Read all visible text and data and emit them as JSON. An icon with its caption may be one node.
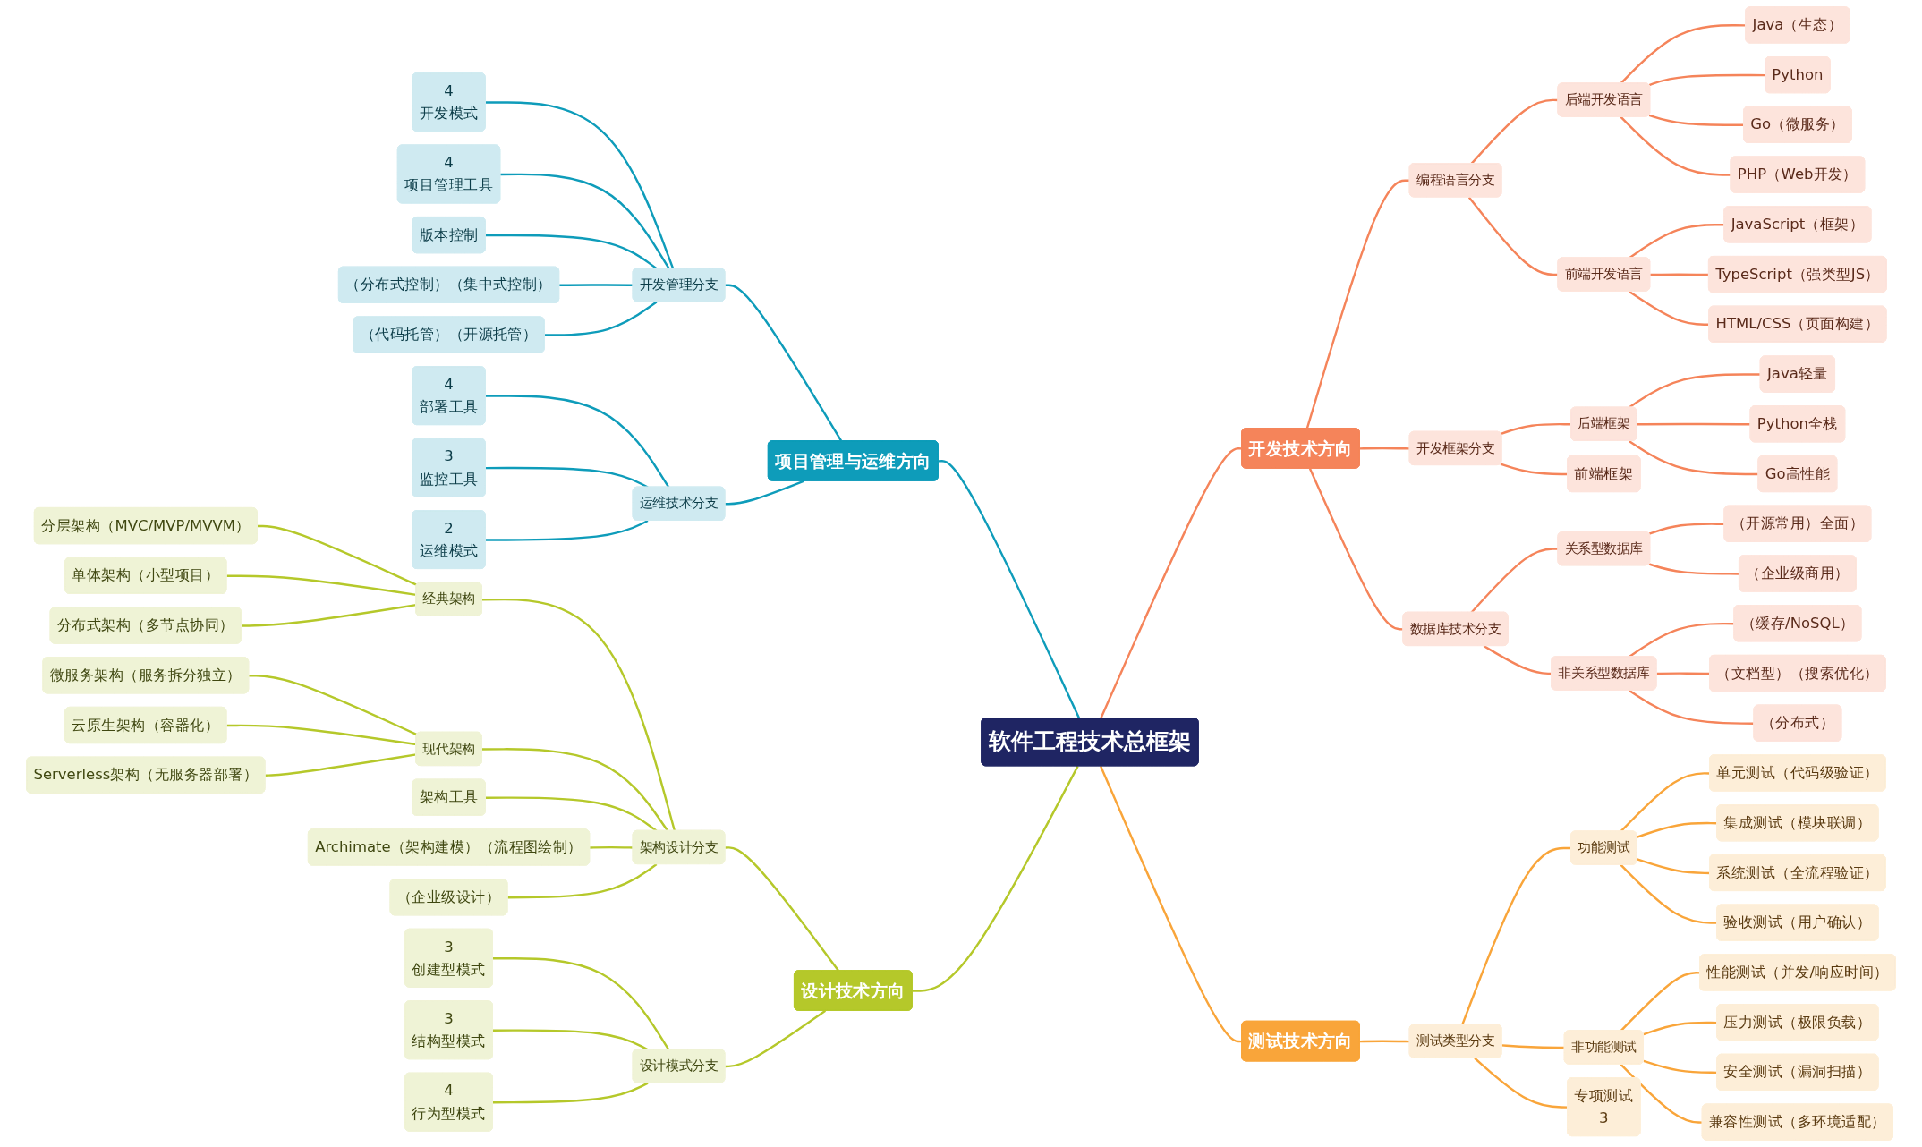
{
  "diagram": {
    "nodes": [
      {
        "text": [
          "软件工程技术总框架"
        ]
      },
      {
        "text": [
          "开发技术方向"
        ]
      },
      {
        "text": [
          "编程语言分支"
        ]
      },
      {
        "text": [
          "后端开发语言"
        ]
      },
      {
        "text": [
          "Java（生态）"
        ]
      },
      {
        "text": [
          "Python"
        ]
      },
      {
        "text": [
          "Go（微服务）"
        ]
      },
      {
        "text": [
          "PHP（Web开发）"
        ]
      },
      {
        "text": [
          "前端开发语言"
        ]
      },
      {
        "text": [
          "JavaScript（框架）"
        ]
      },
      {
        "text": [
          "TypeScript（强类型JS）"
        ]
      },
      {
        "text": [
          "HTML/CSS（页面构建）"
        ]
      },
      {
        "text": [
          "开发框架分支"
        ]
      },
      {
        "text": [
          "后端框架"
        ]
      },
      {
        "text": [
          "Java轻量"
        ]
      },
      {
        "text": [
          "Python全栈"
        ]
      },
      {
        "text": [
          "Go高性能"
        ]
      },
      {
        "text": [
          "前端框架"
        ]
      },
      {
        "text": [
          "数据库技术分支"
        ]
      },
      {
        "text": [
          "关系型数据库"
        ]
      },
      {
        "text": [
          "（开源常用）全面）"
        ]
      },
      {
        "text": [
          "（企业级商用）"
        ]
      },
      {
        "text": [
          "非关系型数据库"
        ]
      },
      {
        "text": [
          "（缓存/NoSQL）"
        ]
      },
      {
        "text": [
          "（文档型）（搜索优化）"
        ]
      },
      {
        "text": [
          "（分布式）"
        ]
      },
      {
        "text": [
          "测试技术方向"
        ]
      },
      {
        "text": [
          "测试类型分支"
        ]
      },
      {
        "text": [
          "功能测试"
        ]
      },
      {
        "text": [
          "单元测试（代码级验证）"
        ]
      },
      {
        "text": [
          "集成测试（模块联调）"
        ]
      },
      {
        "text": [
          "系统测试（全流程验证）"
        ]
      },
      {
        "text": [
          "验收测试（用户确认）"
        ]
      },
      {
        "text": [
          "非功能测试"
        ]
      },
      {
        "text": [
          "性能测试（并发/响应时间）"
        ]
      },
      {
        "text": [
          "压力测试（极限负载）"
        ]
      },
      {
        "text": [
          "安全测试（漏洞扫描）"
        ]
      },
      {
        "text": [
          "兼容性测试（多环境适配）"
        ]
      },
      {
        "text": [
          "专项测试",
          "3"
        ]
      },
      {
        "text": [
          "项目管理与运维方向"
        ]
      },
      {
        "text": [
          "开发管理分支"
        ]
      },
      {
        "text": [
          "4",
          "开发模式"
        ]
      },
      {
        "text": [
          "4",
          "项目管理工具"
        ]
      },
      {
        "text": [
          "版本控制"
        ]
      },
      {
        "text": [
          "（分布式控制）（集中式控制）"
        ]
      },
      {
        "text": [
          "（代码托管）（开源托管）"
        ]
      },
      {
        "text": [
          "运维技术分支"
        ]
      },
      {
        "text": [
          "4",
          "部署工具"
        ]
      },
      {
        "text": [
          "3",
          "监控工具"
        ]
      },
      {
        "text": [
          "2",
          "运维模式"
        ]
      },
      {
        "text": [
          "设计技术方向"
        ]
      },
      {
        "text": [
          "架构设计分支"
        ]
      },
      {
        "text": [
          "经典架构"
        ]
      },
      {
        "text": [
          "分层架构（MVC/MVP/MVVM）"
        ]
      },
      {
        "text": [
          "单体架构（小型项目）"
        ]
      },
      {
        "text": [
          "分布式架构（多节点协同）"
        ]
      },
      {
        "text": [
          "现代架构"
        ]
      },
      {
        "text": [
          "微服务架构（服务拆分独立）"
        ]
      },
      {
        "text": [
          "云原生架构（容器化）"
        ]
      },
      {
        "text": [
          "Serverless架构（无服务器部署）"
        ]
      },
      {
        "text": [
          "架构工具"
        ]
      },
      {
        "text": [
          "Archimate（架构建模）（流程图绘制）"
        ]
      },
      {
        "text": [
          "（企业级设计）"
        ]
      },
      {
        "text": [
          "设计模式分支"
        ]
      },
      {
        "text": [
          "3",
          "创建型模式"
        ]
      },
      {
        "text": [
          "3",
          "结构型模式"
        ]
      },
      {
        "text": [
          "4",
          "行为型模式"
        ]
      }
    ],
    "edges": [
      {
        "from": 0,
        "to": 1,
        "arrow": "none"
      },
      {
        "from": 1,
        "to": 2,
        "arrow": "none"
      },
      {
        "from": 2,
        "to": 3,
        "arrow": "none"
      },
      {
        "from": 3,
        "to": 4,
        "arrow": "none"
      },
      {
        "from": 3,
        "to": 5,
        "arrow": "none"
      },
      {
        "from": 3,
        "to": 6,
        "arrow": "none"
      },
      {
        "from": 3,
        "to": 7,
        "arrow": "none"
      },
      {
        "from": 2,
        "to": 8,
        "arrow": "none"
      },
      {
        "from": 8,
        "to": 9,
        "arrow": "none"
      },
      {
        "from": 8,
        "to": 10,
        "arrow": "none"
      },
      {
        "from": 8,
        "to": 11,
        "arrow": "none"
      },
      {
        "from": 1,
        "to": 12,
        "arrow": "none"
      },
      {
        "from": 12,
        "to": 13,
        "arrow": "none"
      },
      {
        "from": 13,
        "to": 14,
        "arrow": "none"
      },
      {
        "from": 13,
        "to": 15,
        "arrow": "none"
      },
      {
        "from": 13,
        "to": 16,
        "arrow": "none"
      },
      {
        "from": 12,
        "to": 17,
        "arrow": "none"
      },
      {
        "from": 1,
        "to": 18,
        "arrow": "none"
      },
      {
        "from": 18,
        "to": 19,
        "arrow": "none"
      },
      {
        "from": 19,
        "to": 20,
        "arrow": "none"
      },
      {
        "from": 19,
        "to": 21,
        "arrow": "none"
      },
      {
        "from": 18,
        "to": 22,
        "arrow": "none"
      },
      {
        "from": 22,
        "to": 23,
        "arrow": "none"
      },
      {
        "from": 22,
        "to": 24,
        "arrow": "none"
      },
      {
        "from": 22,
        "to": 25,
        "arrow": "none"
      },
      {
        "from": 0,
        "to": 26,
        "arrow": "none",
        "color": "#f9a53a"
      },
      {
        "from": 26,
        "to": 27,
        "arrow": "none",
        "color": "#f9a53a"
      },
      {
        "from": 27,
        "to": 28,
        "arrow": "none",
        "color": "#f9a53a"
      },
      {
        "from": 28,
        "to": 29,
        "arrow": "none",
        "color": "#f9a53a"
      },
      {
        "from": 28,
        "to": 30,
        "arrow": "none",
        "color": "#f9a53a"
      },
      {
        "from": 28,
        "to": 31,
        "arrow": "none",
        "color": "#f9a53a"
      },
      {
        "from": 28,
        "to": 32,
        "arrow": "none",
        "color": "#f9a53a"
      },
      {
        "from": 27,
        "to": 33,
        "arrow": "none",
        "color": "#f9a53a"
      },
      {
        "from": 33,
        "to": 34,
        "arrow": "none",
        "color": "#f9a53a"
      },
      {
        "from": 33,
        "to": 35,
        "arrow": "none",
        "color": "#f9a53a"
      },
      {
        "from": 33,
        "to": 36,
        "arrow": "none",
        "color": "#f9a53a"
      },
      {
        "from": 33,
        "to": 37,
        "arrow": "none",
        "color": "#f9a53a"
      },
      {
        "from": 27,
        "to": 38,
        "arrow": "none",
        "color": "#f9a53a"
      },
      {
        "from": 0,
        "to": 39,
        "arrow": "none",
        "color": "#0e9cba"
      },
      {
        "from": 39,
        "to": 40,
        "arrow": "none",
        "color": "#0e9cba"
      },
      {
        "from": 40,
        "to": 41,
        "arrow": "none",
        "color": "#0e9cba"
      },
      {
        "from": 40,
        "to": 42,
        "arrow": "none",
        "color": "#0e9cba"
      },
      {
        "from": 40,
        "to": 43,
        "arrow": "none",
        "color": "#0e9cba"
      },
      {
        "from": 40,
        "to": 44,
        "arrow": "none",
        "color": "#0e9cba"
      },
      {
        "from": 40,
        "to": 45,
        "arrow": "none",
        "color": "#0e9cba"
      },
      {
        "from": 39,
        "to": 46,
        "arrow": "none",
        "color": "#0e9cba"
      },
      {
        "from": 46,
        "to": 47,
        "arrow": "none",
        "color": "#0e9cba"
      },
      {
        "from": 46,
        "to": 48,
        "arrow": "none",
        "color": "#0e9cba"
      },
      {
        "from": 46,
        "to": 49,
        "arrow": "none",
        "color": "#0e9cba"
      },
      {
        "from": 0,
        "to": 50,
        "arrow": "none",
        "color": "#b5c82a"
      },
      {
        "from": 50,
        "to": 51,
        "arrow": "none",
        "color": "#b5c82a"
      },
      {
        "from": 51,
        "to": 52,
        "arrow": "none",
        "color": "#b5c82a"
      },
      {
        "from": 52,
        "to": 53,
        "arrow": "none",
        "color": "#b5c82a"
      },
      {
        "from": 52,
        "to": 54,
        "arrow": "none",
        "color": "#b5c82a"
      },
      {
        "from": 52,
        "to": 55,
        "arrow": "none",
        "color": "#b5c82a"
      },
      {
        "from": 51,
        "to": 56,
        "arrow": "none",
        "color": "#b5c82a"
      },
      {
        "from": 56,
        "to": 57,
        "arrow": "none",
        "color": "#b5c82a"
      },
      {
        "from": 56,
        "to": 58,
        "arrow": "none",
        "color": "#b5c82a"
      },
      {
        "from": 56,
        "to": 59,
        "arrow": "none",
        "color": "#b5c82a"
      },
      {
        "from": 51,
        "to": 60,
        "arrow": "none",
        "color": "#b5c82a"
      },
      {
        "from": 51,
        "to": 61,
        "arrow": "none",
        "color": "#b5c82a"
      },
      {
        "from": 51,
        "to": 62,
        "arrow": "none",
        "color": "#b5c82a"
      },
      {
        "from": 50,
        "to": 63,
        "arrow": "none",
        "color": "#b5c82a"
      },
      {
        "from": 63,
        "to": 64,
        "arrow": "none",
        "color": "#b5c82a"
      },
      {
        "from": 63,
        "to": 65,
        "arrow": "none",
        "color": "#b5c82a"
      },
      {
        "from": 63,
        "to": 66,
        "arrow": "none",
        "color": "#b5c82a"
      }
    ]
  }
}
